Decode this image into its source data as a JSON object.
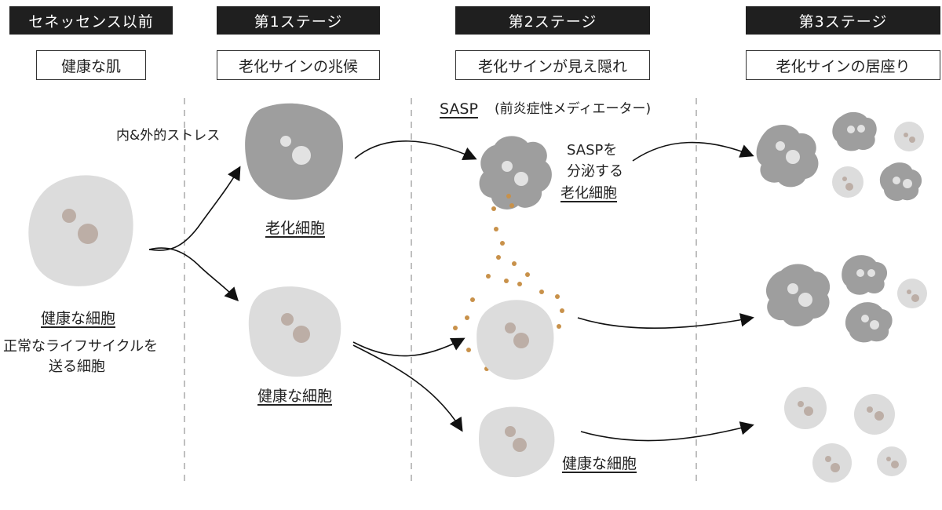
{
  "stages": [
    {
      "title": "セネッセンス以前",
      "subtitle": "健康な肌"
    },
    {
      "title": "第1ステージ",
      "subtitle": "老化サインの兆候"
    },
    {
      "title": "第2ステージ",
      "subtitle": "老化サインが見え隠れ"
    },
    {
      "title": "第3ステージ",
      "subtitle": "老化サインの居座り"
    }
  ],
  "labels": {
    "healthy_cell": "健康な細胞",
    "normal_lifecycle_1": "正常なライフサイクルを",
    "normal_lifecycle_2": "送る細胞",
    "stress": "内&外的ストレス",
    "senescent_cell": "老化細胞",
    "healthy_cell_s1": "健康な細胞",
    "sasp_term": "SASP",
    "sasp_desc": "(前炎症性メディエーター)",
    "sasp_secrete_1": "SASPを",
    "sasp_secrete_2": "分泌する",
    "sasp_secrete_3": "老化細胞",
    "healthy_cell_s2": "健康な細胞"
  },
  "colors": {
    "healthy_cell": "#dcdcdc",
    "senescent_cell": "#9e9e9e",
    "nucleus_healthy": "#bcaea6",
    "nucleus_senescent": "#e2e2e2",
    "sasp_dot": "#c8914a",
    "header_bg": "#1f1f1f"
  }
}
